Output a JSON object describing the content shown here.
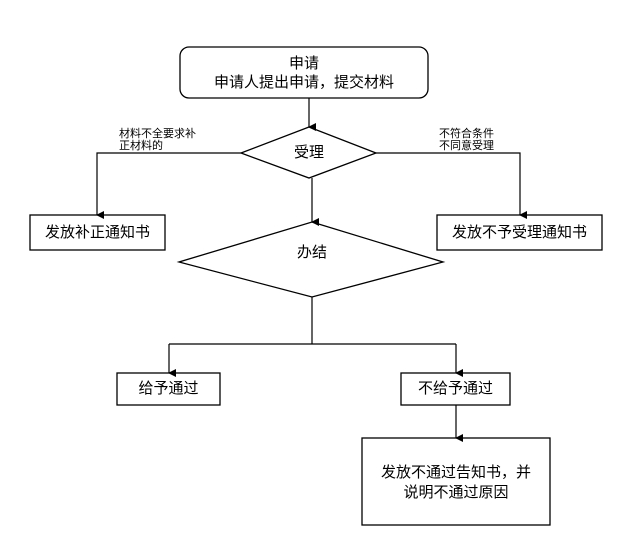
{
  "diagram": {
    "type": "flowchart",
    "nodes": {
      "apply": {
        "title": "申请",
        "text": "申请人提出申请，提交材料",
        "shape": "rounded-rect"
      },
      "accept": {
        "text": "受理",
        "shape": "diamond"
      },
      "supplement_notice": {
        "text": "发放补正通知书",
        "shape": "rect"
      },
      "reject_notice": {
        "text": "发放不予受理通知书",
        "shape": "rect"
      },
      "process": {
        "text": "办结",
        "shape": "diamond"
      },
      "approve": {
        "text": "给予通过",
        "shape": "rect"
      },
      "deny": {
        "text": "不给予通过",
        "shape": "rect"
      },
      "deny_notice": {
        "line1": "发放不通过告知书，并",
        "line2": "说明不通过原因",
        "shape": "rect"
      }
    },
    "edge_labels": {
      "incomplete_line1": "材料不全要求补",
      "incomplete_line2": "正材料的",
      "ineligible_line1": "不符合条件",
      "ineligible_line2": "不同意受理"
    },
    "edges": [
      {
        "from": "apply",
        "to": "accept"
      },
      {
        "from": "accept",
        "to": "supplement_notice",
        "label": "材料不全要求补正材料的"
      },
      {
        "from": "accept",
        "to": "reject_notice",
        "label": "不符合条件不同意受理"
      },
      {
        "from": "accept",
        "to": "process"
      },
      {
        "from": "process",
        "to": "approve"
      },
      {
        "from": "process",
        "to": "deny"
      },
      {
        "from": "deny",
        "to": "deny_notice"
      }
    ],
    "colors": {
      "stroke": "#000000",
      "background": "#ffffff"
    }
  }
}
